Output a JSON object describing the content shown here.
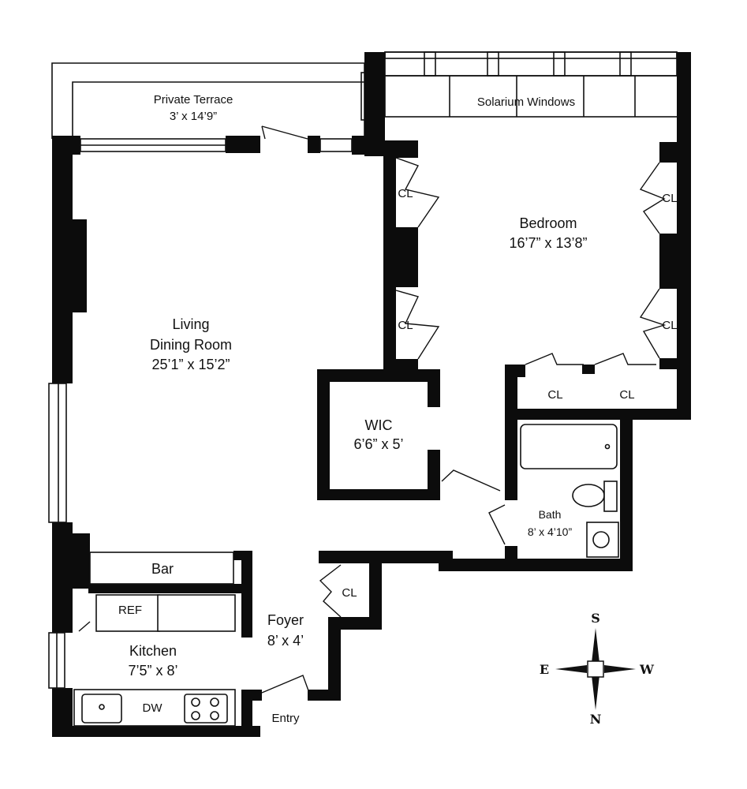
{
  "rooms": {
    "terrace": {
      "name": "Private Terrace",
      "size": "3’ x 14’9”"
    },
    "solarium": {
      "name": "Solarium Windows"
    },
    "living": {
      "name_line1": "Living",
      "name_line2": "Dining Room",
      "size": "25’1” x 15’2”"
    },
    "bedroom": {
      "name": "Bedroom",
      "size": "16’7” x 13’8”"
    },
    "wic": {
      "name": "WIC",
      "size": "6’6” x 5’"
    },
    "bath": {
      "name": "Bath",
      "size": "8’ x 4’10”"
    },
    "bar": {
      "name": "Bar"
    },
    "kitchen": {
      "name": "Kitchen",
      "size": "7’5” x 8’"
    },
    "foyer": {
      "name": "Foyer",
      "size": "8’ x 4’"
    },
    "entry": {
      "name": "Entry"
    }
  },
  "labels": {
    "closet": "CL",
    "refrigerator": "REF",
    "dishwasher": "DW"
  },
  "compass": {
    "north": "N",
    "south": "S",
    "east": "E",
    "west": "W"
  }
}
